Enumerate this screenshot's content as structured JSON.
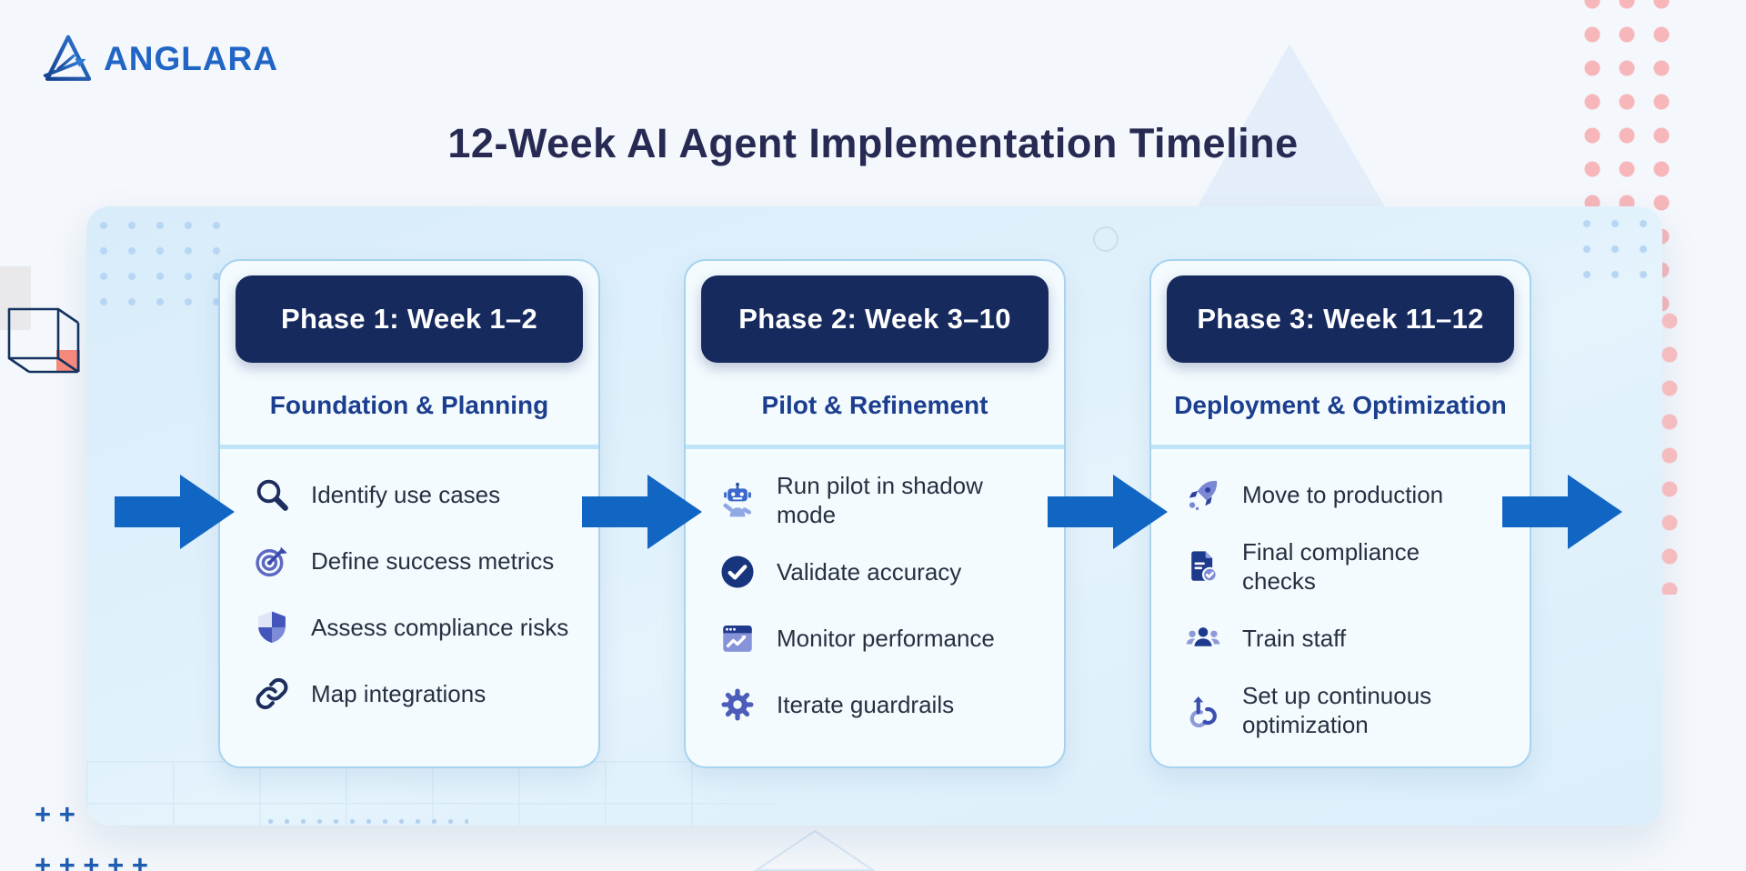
{
  "brand": {
    "name": "ANGLARA"
  },
  "title": "12-Week AI Agent Implementation Timeline",
  "phases": [
    {
      "header": "Phase 1: Week 1–2",
      "subtitle": "Foundation & Planning",
      "items": [
        {
          "icon": "search-icon",
          "label": "Identify use cases"
        },
        {
          "icon": "target-icon",
          "label": "Define success metrics"
        },
        {
          "icon": "shield-icon",
          "label": "Assess compliance risks"
        },
        {
          "icon": "link-icon",
          "label": "Map integrations"
        }
      ]
    },
    {
      "header": "Phase 2: Week 3–10",
      "subtitle": "Pilot & Refinement",
      "items": [
        {
          "icon": "robot-icon",
          "label": "Run pilot in shadow mode"
        },
        {
          "icon": "check-circle-icon",
          "label": "Validate accuracy"
        },
        {
          "icon": "monitor-icon",
          "label": "Monitor performance"
        },
        {
          "icon": "gear-icon",
          "label": "Iterate guardrails"
        }
      ]
    },
    {
      "header": "Phase 3: Week 11–12",
      "subtitle": "Deployment & Optimization",
      "items": [
        {
          "icon": "rocket-icon",
          "label": "Move to production"
        },
        {
          "icon": "doc-check-icon",
          "label": "Final compliance checks"
        },
        {
          "icon": "users-icon",
          "label": "Train staff"
        },
        {
          "icon": "loop-icon",
          "label": "Set up continuous optimization"
        }
      ]
    }
  ],
  "decor": {
    "plus_row_1": "+ +",
    "plus_row_2": "+ + + + +"
  },
  "colors": {
    "accent_arrow_blue": "#1166c4",
    "pill_navy": "#162a5e",
    "title_navy": "#272a52",
    "subtitle_navy": "#1c3e8e",
    "logo_blue": "#2166c5",
    "panel_blue": "#dcedfa",
    "card_bg": "#f3fbff",
    "card_border": "#a8d3ef",
    "divider_blue": "#bfe3f7",
    "pink_dot": "#f6b6ba",
    "salmon_square": "#f9897c",
    "icon_indigo": "#4c5cba",
    "icon_navy": "#1c2d5e"
  }
}
